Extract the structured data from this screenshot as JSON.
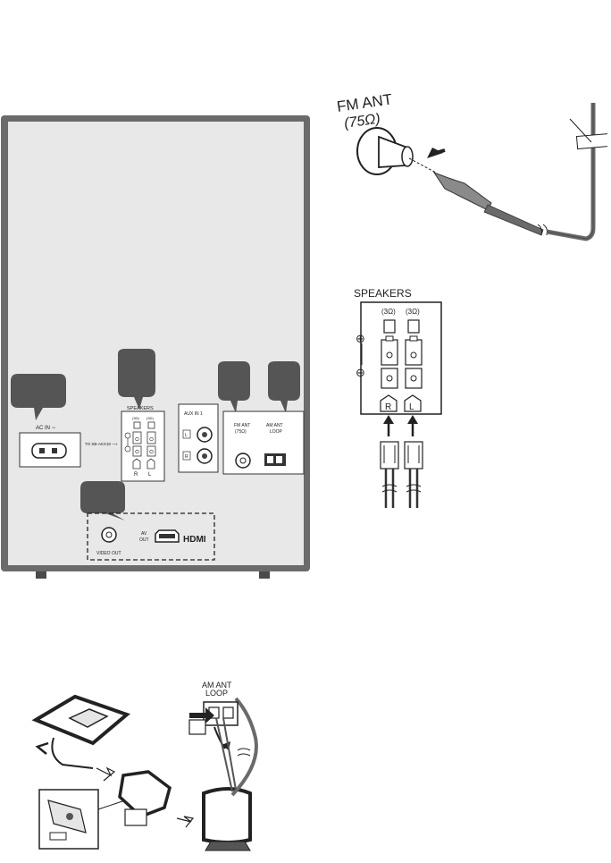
{
  "panel": {
    "ac_in": "AC IN ∼",
    "speakers_title": "SPEAKERS",
    "speaker_impedance_r": "(3Ω)",
    "speaker_impedance_l": "(3Ω)",
    "speaker_r": "R",
    "speaker_l": "L",
    "to_speaker_note": "TO SB-AKX18 ⟶",
    "aux_in": "AUX IN 1",
    "aux_l": "L",
    "aux_r": "R",
    "fm_ant": "FM ANT",
    "fm_ant_ohm": "(75Ω)",
    "am_ant": "AM ANT",
    "am_ant_loop": "LOOP",
    "av_out": "AV",
    "av_out2": "OUT",
    "hdmi": "HDMI",
    "video_out": "VIDEO OUT"
  },
  "fm_detail": {
    "label_line1": "FM ANT",
    "label_line2": "(75Ω)"
  },
  "speaker_detail": {
    "title": "SPEAKERS",
    "impedance_r": "(3Ω)",
    "impedance_l": "(3Ω)",
    "plus": "⊕",
    "minus": "⊖",
    "r": "R",
    "l": "L"
  },
  "am_detail": {
    "label_line1": "AM ANT",
    "label_line2": "LOOP"
  },
  "colors": {
    "panel_bg": "#e6e6e6",
    "panel_border": "#5a5a5a",
    "callout": "#555555",
    "cable": "#6a6a6a"
  }
}
